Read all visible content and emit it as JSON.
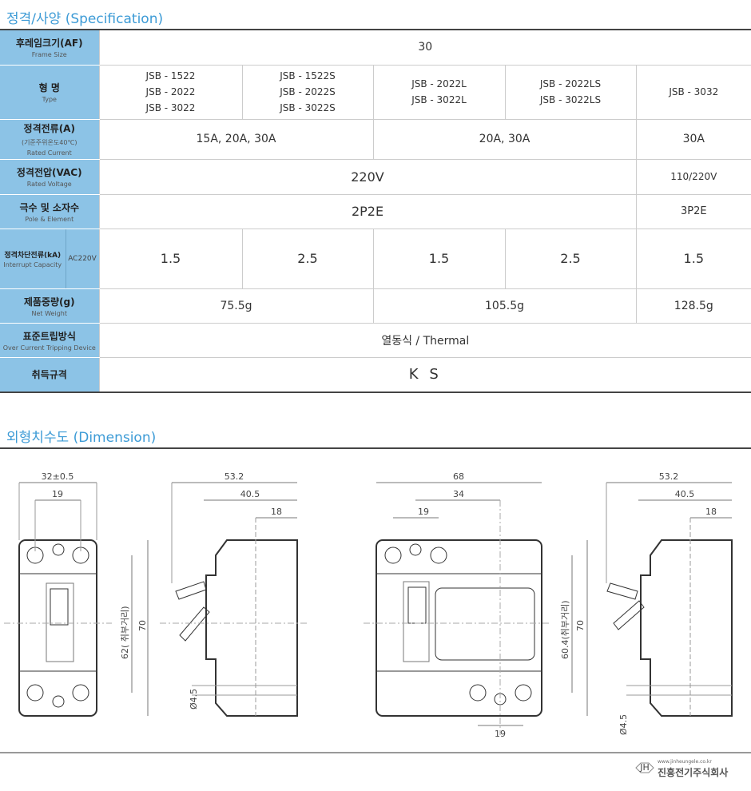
{
  "spec": {
    "title": "정격/사양 (Specification)",
    "rows": {
      "frame": {
        "ko": "후레임크기(AF)",
        "en": "Frame Size",
        "value": "30"
      },
      "type": {
        "ko": "형 명",
        "en": "Type",
        "values": [
          [
            "JSB - 1522",
            "JSB - 2022",
            "JSB - 3022"
          ],
          [
            "JSB - 1522S",
            "JSB - 2022S",
            "JSB - 3022S"
          ],
          [
            "JSB - 2022L",
            "JSB - 3022L"
          ],
          [
            "JSB - 2022LS",
            "JSB - 3022LS"
          ],
          [
            "JSB - 3032"
          ]
        ]
      },
      "current": {
        "ko": "정격전류(A)",
        "sub": "(기준주위온도40℃)",
        "en": "Rated Current",
        "values": [
          "15A, 20A, 30A",
          "20A, 30A",
          "30A"
        ]
      },
      "voltage": {
        "ko": "정격전압(VAC)",
        "en": "Rated Voltage",
        "values": [
          "220V",
          "110/220V"
        ]
      },
      "pole": {
        "ko": "극수 및 소자수",
        "en": "Pole & Element",
        "values": [
          "2P2E",
          "3P2E"
        ]
      },
      "interrupt": {
        "ko": "정격차단전류(kA)",
        "en": "Interrupt Capacity",
        "sub": "AC220V",
        "values": [
          "1.5",
          "2.5",
          "1.5",
          "2.5",
          "1.5"
        ]
      },
      "weight": {
        "ko": "제품중량(g)",
        "en": "Net Weight",
        "values": [
          "75.5g",
          "105.5g",
          "128.5g"
        ]
      },
      "trip": {
        "ko": "표준트립방식",
        "en": "Over Current Tripping Device",
        "value": "열동식 / Thermal"
      },
      "cert": {
        "ko": "취득규격",
        "value": "K S"
      }
    }
  },
  "dimension": {
    "title": "외형치수도 (Dimension)",
    "d1": {
      "w": "32±0.5",
      "pitch": "19",
      "mount": "62( 취부거리)",
      "h": "70"
    },
    "d2": {
      "d": "53.2",
      "d2": "40.5",
      "d3": "18",
      "hole": "Ø4.5"
    },
    "d3": {
      "w": "68",
      "w2": "34",
      "pitch": "19",
      "mount": "60.4(취부거리)",
      "h": "70",
      "pitch_bottom": "19"
    },
    "d4": {
      "d": "53.2",
      "d2": "40.5",
      "d3": "18",
      "hole": "Ø4.5"
    }
  },
  "footer": {
    "url": "www.jinheungele.co.kr",
    "company": "진흥전기주식회사",
    "logo": "JH"
  }
}
